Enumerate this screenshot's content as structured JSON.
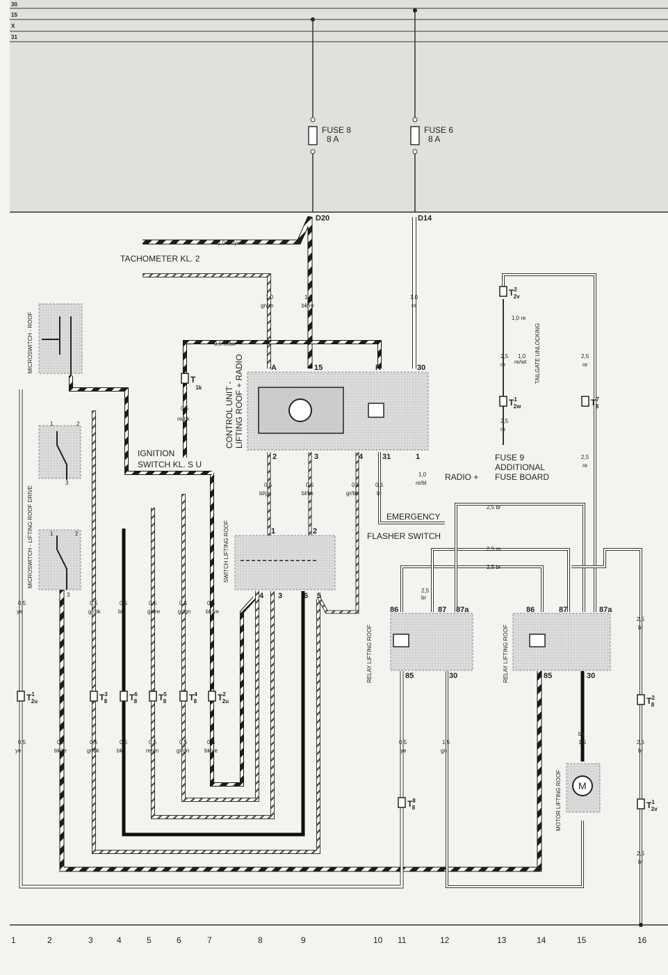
{
  "bus": {
    "lines": [
      "30",
      "15",
      "X",
      "31"
    ]
  },
  "fuses": [
    {
      "label": "FUSE 8",
      "rating": "8 A",
      "terminal": "D20"
    },
    {
      "label": "FUSE 6",
      "rating": "8 A",
      "terminal": "D14"
    }
  ],
  "labels": {
    "tach_wire": "1,0  bk/ye",
    "tachometer": "TACHOMETER   KL. 2",
    "ignition_1": "IGNITION",
    "ignition_2": "SWITCH  KL. S U",
    "emergency": "EMERGENCY",
    "flasher": "FLASHER SWITCH",
    "radio": "RADIO +",
    "fuse9_1": "FUSE 9",
    "fuse9_2": "ADDITIONAL",
    "fuse9_3": "FUSE BOARD",
    "tailgate": "TAILGATE UNLOCKING"
  },
  "components": {
    "microswitch_roof": "MICROSWITCH - ROOF",
    "microswitch_drive": "MICROSWITCH - LIFTING ROOF DRIVE",
    "control_unit_1": "CONTROL UNIT -",
    "control_unit_2": "LIFTING ROOF + RADIO",
    "switch_lifting_roof": "SWITCH LIFTING ROOF",
    "relay_1": "RELAY LIFTING ROOF",
    "relay_2": "RELAY LIFTING ROOF",
    "motor": "MOTOR LIFTING ROOF",
    "motor_symbol": "M"
  },
  "control_unit_pins": {
    "top": [
      "A",
      "15",
      "R",
      "30"
    ],
    "bottom": [
      "2",
      "3",
      "4",
      "31",
      "1"
    ]
  },
  "switch_pins": {
    "top": [
      "1",
      "2"
    ],
    "bottom": [
      "4",
      "3",
      "6",
      "5"
    ]
  },
  "relay_pins": {
    "top": [
      "86",
      "87",
      "87a"
    ],
    "bottom": [
      "85",
      "30"
    ]
  },
  "connectors": [
    {
      "name": "T",
      "sub": "1k"
    },
    {
      "name": "T",
      "sub": "2v",
      "sup": "2"
    },
    {
      "name": "T",
      "sub": "2w",
      "sup": "1"
    },
    {
      "name": "T",
      "sub": "8",
      "sup": "7"
    },
    {
      "name": "T",
      "sub": "2u",
      "sup": "1"
    },
    {
      "name": "T",
      "sub": "8",
      "sup": "3"
    },
    {
      "name": "T",
      "sub": "8",
      "sup": "6"
    },
    {
      "name": "T",
      "sub": "8",
      "sup": "5"
    },
    {
      "name": "T",
      "sub": "8",
      "sup": "4"
    },
    {
      "name": "T",
      "sub": "2u",
      "sup": "2"
    },
    {
      "name": "T",
      "sub": "8",
      "sup": "2"
    },
    {
      "name": "T",
      "sub": "8",
      "sup": "8"
    },
    {
      "name": "T",
      "sub": "2v",
      "sup": "1"
    }
  ],
  "wires": {
    "w1": "1,0",
    "w1c": "gn/re",
    "w2": "1,0",
    "w2c": "bk/re",
    "w3": "1,0",
    "w3c": "re",
    "w4": "0,5  re/bk",
    "w5": "0,5",
    "w5c": "re/bk",
    "w6": "1,0",
    "w6c": "re/bl",
    "cu2": "0,5",
    "cu2c": "bl/gn",
    "cu3": "0,5",
    "cu3c": "bl/bk",
    "cu4": "0,5",
    "cu4c": "gr/bk",
    "cu31": "0,5",
    "cu31c": "br",
    "r1": "2,5  br",
    "r2": "2,5  re",
    "r3": "2,5  br",
    "r4": "2,5",
    "r4c": "br",
    "tg1": "1,0 re",
    "tg2": "2,5",
    "tg2c": "re",
    "tg3": "1,0",
    "tg3c": "re/wt",
    "tg4": "2,5",
    "tg4c": "re",
    "tg5": "2,5",
    "tg5c": "re",
    "tg6": "2,5",
    "tg6c": "re",
    "c16a": "2,5",
    "c16ac": "br",
    "c16b": "2,5",
    "c16bc": "br",
    "c16c": "2,5",
    "c16cc": "br",
    "ry1": "0,5",
    "ry1c": "ye",
    "ry2": "1,5",
    "ry2c": "gn",
    "mot": "bk",
    "mot2": "1,5"
  },
  "wire_labels_upper": [
    {
      "size": "0,5",
      "color": "ye"
    },
    {
      "size": "0,5",
      "color": "gr/bk"
    },
    {
      "size": "0,5",
      "color": "bk"
    },
    {
      "size": "0,5",
      "color": "gn/re"
    },
    {
      "size": "0,5",
      "color": "gr/gn"
    },
    {
      "size": "0,5",
      "color": "bk/ye"
    }
  ],
  "wire_labels_lower": [
    {
      "size": "0,5",
      "color": "ye"
    },
    {
      "size": "0,5",
      "color": "bk/re"
    },
    {
      "size": "0,5",
      "color": "gr/bk"
    },
    {
      "size": "0,5",
      "color": "bk"
    },
    {
      "size": "0,5",
      "color": "re/gn"
    },
    {
      "size": "0,5",
      "color": "gr/gn"
    },
    {
      "size": "0,5",
      "color": "bk/ye"
    }
  ],
  "columns": [
    "1",
    "2",
    "3",
    "4",
    "5",
    "6",
    "7",
    "8",
    "9",
    "10",
    "11",
    "12",
    "13",
    "14",
    "15",
    "16"
  ]
}
